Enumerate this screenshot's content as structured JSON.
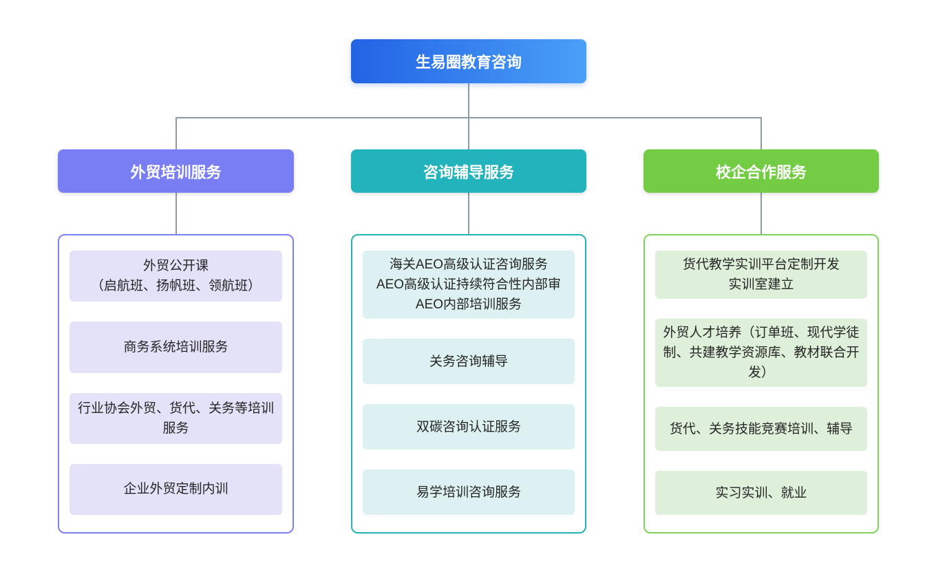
{
  "diagram": {
    "root": {
      "label": "生易圈教育咨询",
      "gradient_start": "#2263e4",
      "gradient_end": "#4aa0f8"
    },
    "connector_color": "#8e99a8",
    "branches": [
      {
        "label": "外贸培训服务",
        "header_color": "#7a7ef5",
        "border_color": "#7b80f2",
        "item_bg": "#e4e2f9",
        "items": [
          [
            "外贸公开课",
            "（启航班、扬帆班、领航班）"
          ],
          [
            "商务系统培训服务"
          ],
          [
            "行业协会外贸、货代、关务等培训服务"
          ],
          [
            "企业外贸定制内训"
          ]
        ]
      },
      {
        "label": "咨询辅导服务",
        "header_color": "#23b3bc",
        "border_color": "#21b2ba",
        "item_bg": "#def1f2",
        "items": [
          [
            "海关AEO高级认证咨询服务",
            "AEO高级认证持续符合性内部审",
            "AEO内部培训服务"
          ],
          [
            "关务咨询辅导"
          ],
          [
            "双碳咨询认证服务"
          ],
          [
            "易学培训咨询服务"
          ]
        ]
      },
      {
        "label": "校企合作服务",
        "header_color": "#74cc45",
        "border_color": "#7ed457",
        "item_bg": "#def0da",
        "items": [
          [
            "货代教学实训平台定制开发",
            "实训室建立"
          ],
          [
            "外贸人才培养（订单班、现代学徒制、共建教学资源库、教材联合开发）"
          ],
          [
            "货代、关务技能竞赛培训、辅导"
          ],
          [
            "实习实训、就业"
          ]
        ]
      }
    ]
  }
}
